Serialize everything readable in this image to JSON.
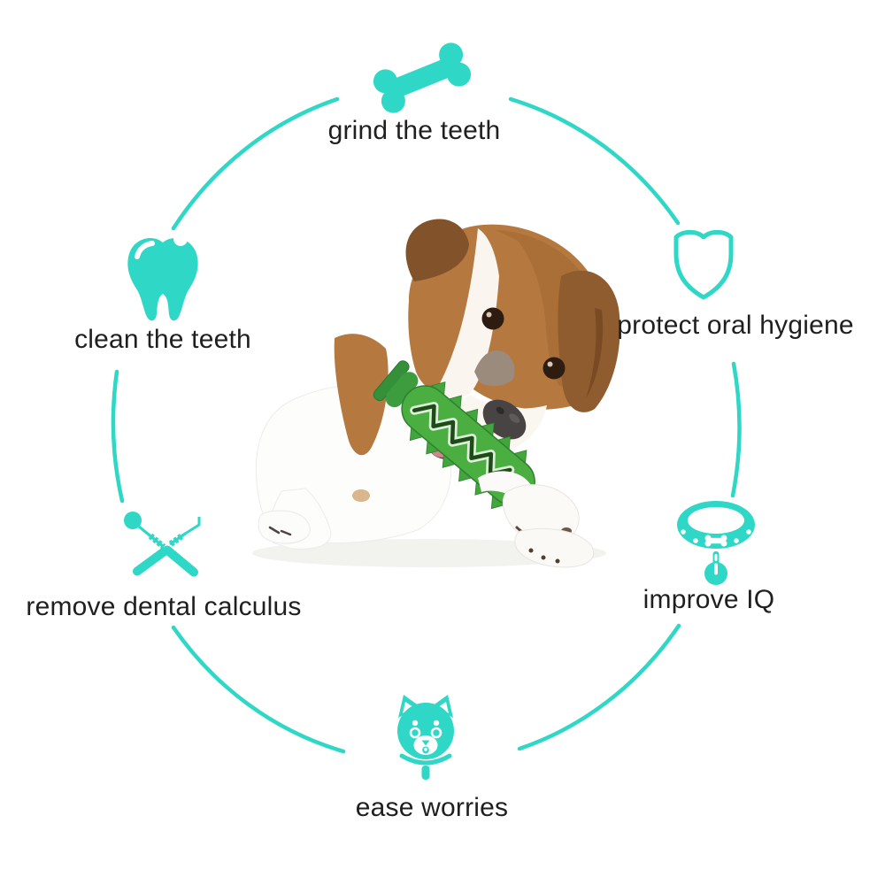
{
  "diagram": {
    "benefits": [
      {
        "label": "grind the teeth",
        "icon": "bone-icon",
        "position": "top"
      },
      {
        "label": "protect oral hygiene",
        "icon": "shield-icon",
        "position": "upper-right"
      },
      {
        "label": "improve IQ",
        "icon": "dog-collar-icon",
        "position": "lower-right"
      },
      {
        "label": "ease worries",
        "icon": "dog-face-icon",
        "position": "bottom"
      },
      {
        "label": "remove dental calculus",
        "icon": "dental-tools-icon",
        "position": "lower-left"
      },
      {
        "label": "clean the teeth",
        "icon": "tooth-icon",
        "position": "upper-left"
      }
    ],
    "center_subject": "dog-chewing-toothbrush-chew-toy",
    "colors": {
      "accent": "#2fd7c6",
      "label_text": "#1f1f1f",
      "toy_green": "#4aae41",
      "dog_brown": "#b5793f",
      "background": "#ffffff"
    }
  }
}
